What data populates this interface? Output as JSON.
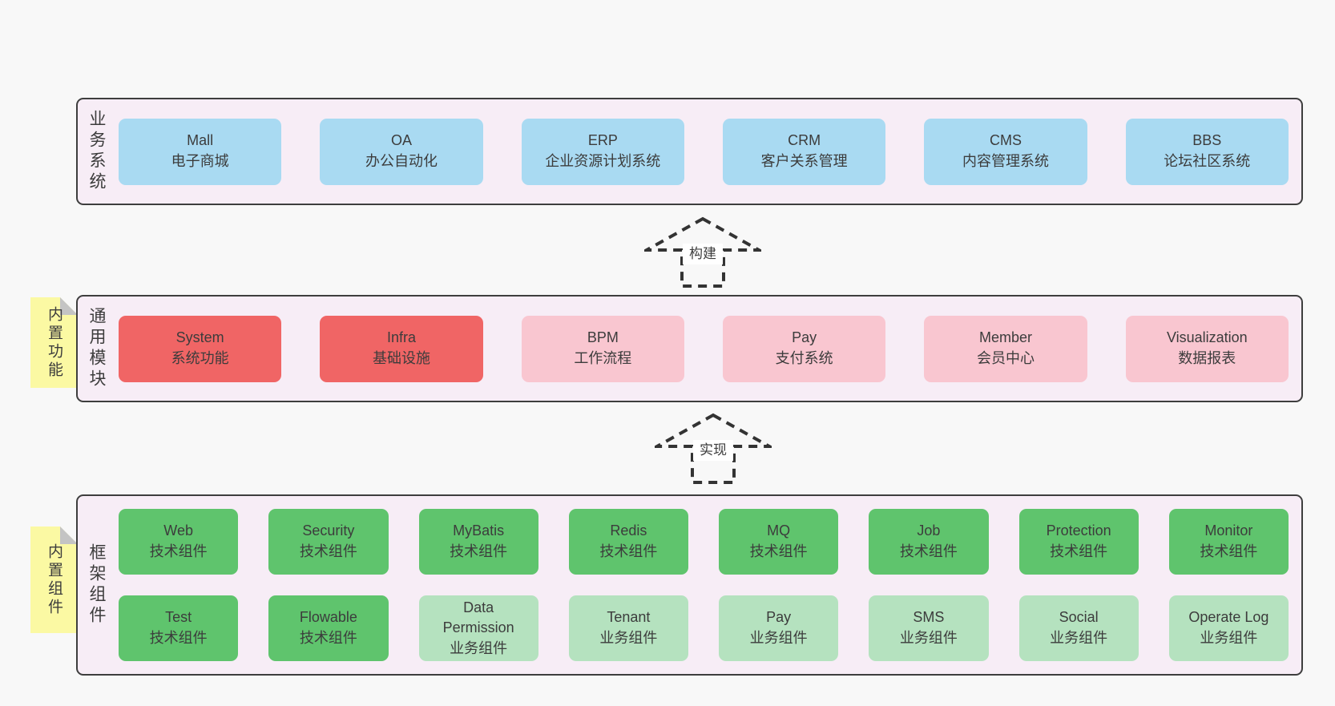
{
  "sections": {
    "business": {
      "label": "业务系统",
      "boxes": [
        {
          "title": "Mall",
          "subtitle": "电子商城",
          "color": "blue"
        },
        {
          "title": "OA",
          "subtitle": "办公自动化",
          "color": "blue"
        },
        {
          "title": "ERP",
          "subtitle": "企业资源计划系统",
          "color": "blue"
        },
        {
          "title": "CRM",
          "subtitle": "客户关系管理",
          "color": "blue"
        },
        {
          "title": "CMS",
          "subtitle": "内容管理系统",
          "color": "blue"
        },
        {
          "title": "BBS",
          "subtitle": "论坛社区系统",
          "color": "blue"
        }
      ]
    },
    "modules": {
      "label": "通用模块",
      "note": "内置功能",
      "boxes": [
        {
          "title": "System",
          "subtitle": "系统功能",
          "color": "red"
        },
        {
          "title": "Infra",
          "subtitle": "基础设施",
          "color": "red"
        },
        {
          "title": "BPM",
          "subtitle": "工作流程",
          "color": "pink"
        },
        {
          "title": "Pay",
          "subtitle": "支付系统",
          "color": "pink"
        },
        {
          "title": "Member",
          "subtitle": "会员中心",
          "color": "pink"
        },
        {
          "title": "Visualization",
          "subtitle": "数据报表",
          "color": "pink"
        }
      ]
    },
    "framework": {
      "label": "框架组件",
      "note": "内置组件",
      "row1": [
        {
          "title": "Web",
          "subtitle": "技术组件",
          "color": "green"
        },
        {
          "title": "Security",
          "subtitle": "技术组件",
          "color": "green"
        },
        {
          "title": "MyBatis",
          "subtitle": "技术组件",
          "color": "green"
        },
        {
          "title": "Redis",
          "subtitle": "技术组件",
          "color": "green"
        },
        {
          "title": "MQ",
          "subtitle": "技术组件",
          "color": "green"
        },
        {
          "title": "Job",
          "subtitle": "技术组件",
          "color": "green"
        },
        {
          "title": "Protection",
          "subtitle": "技术组件",
          "color": "green"
        },
        {
          "title": "Monitor",
          "subtitle": "技术组件",
          "color": "green"
        }
      ],
      "row2": [
        {
          "title": "Test",
          "subtitle": "技术组件",
          "color": "green"
        },
        {
          "title": "Flowable",
          "subtitle": "技术组件",
          "color": "green"
        },
        {
          "title": "Data\nPermission",
          "subtitle": "业务组件",
          "color": "light_green"
        },
        {
          "title": "Tenant",
          "subtitle": "业务组件",
          "color": "light_green"
        },
        {
          "title": "Pay",
          "subtitle": "业务组件",
          "color": "light_green"
        },
        {
          "title": "SMS",
          "subtitle": "业务组件",
          "color": "light_green"
        },
        {
          "title": "Social",
          "subtitle": "业务组件",
          "color": "light_green"
        },
        {
          "title": "Operate Log",
          "subtitle": "业务组件",
          "color": "light_green"
        }
      ]
    }
  },
  "arrows": {
    "build": "构建",
    "implement": "实现"
  },
  "colors": {
    "page_bg": "#f8f8f8",
    "panel_bg": "#f7edf6",
    "panel_border": "#3e3e3e",
    "blue": "#a9daf2",
    "red": "#f06565",
    "pink": "#f9c6d0",
    "green": "#5fc46d",
    "light_green": "#b5e2bf",
    "note_yellow": "#fbf9a3",
    "note_fold": "#c4c4c4",
    "text": "#3c3c3c"
  }
}
